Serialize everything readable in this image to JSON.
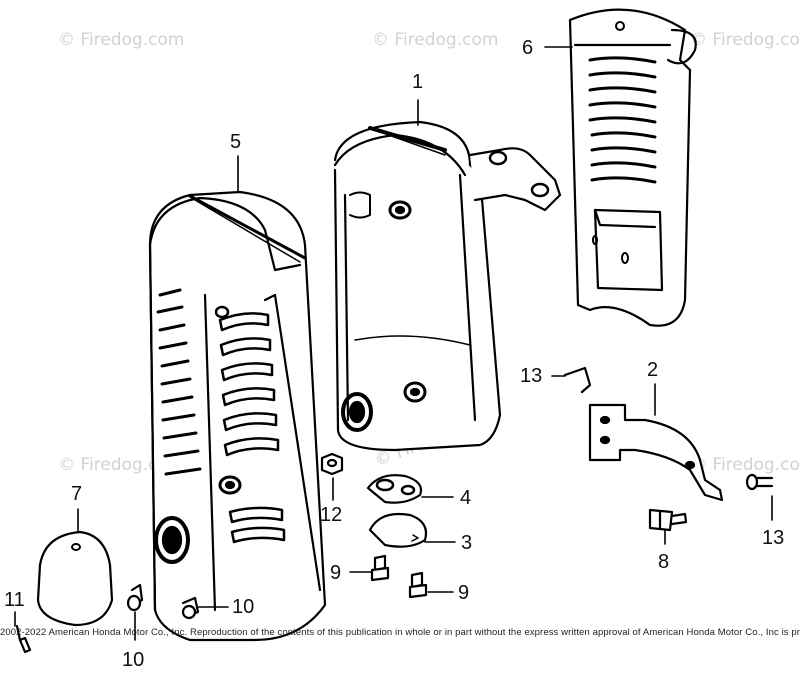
{
  "diagram": {
    "callouts": {
      "p1": "1",
      "p2": "2",
      "p3": "3",
      "p4": "4",
      "p5": "5",
      "p6": "6",
      "p7": "7",
      "p8": "8",
      "p9a": "9",
      "p9b": "9",
      "p10a": "10",
      "p10b": "10",
      "p11": "11",
      "p12": "12",
      "p13a": "13",
      "p13b": "13"
    },
    "watermark_text": "© Firedog.com",
    "footer_text": "2002-2022 American Honda Motor Co., Inc. Reproduction of the contents of this publication in whole or in part without the express written approval of American Honda Motor Co., Inc is prohibited."
  }
}
